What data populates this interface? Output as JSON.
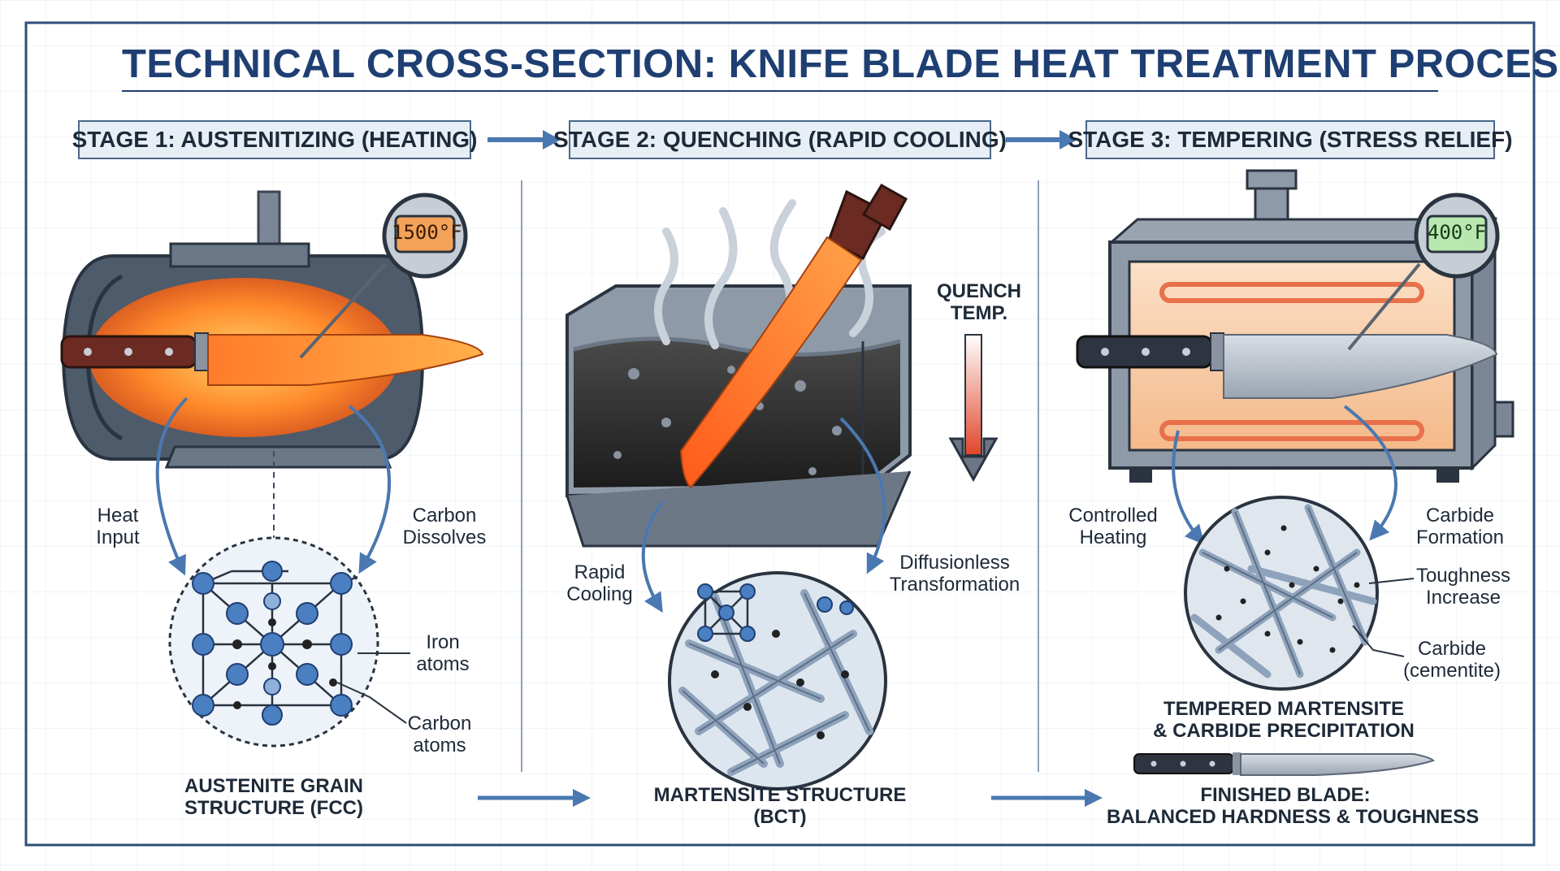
{
  "title": "TECHNICAL CROSS-SECTION: KNIFE BLADE HEAT TREATMENT PROCESS",
  "stages": [
    {
      "label": "STAGE 1: AUSTENITIZING (HEATING)"
    },
    {
      "label": "STAGE 2: QUENCHING (RAPID COOLING)"
    },
    {
      "label": "STAGE 3: TEMPERING (STRESS RELIEF)"
    }
  ],
  "stage1": {
    "thermometer_reading": "1500°F",
    "heat_input": "Heat\nInput",
    "carbon_dissolves": "Carbon\nDissolves",
    "iron_atoms": "Iron\natoms",
    "carbon_atoms": "Carbon\natoms",
    "structure_caption": "AUSTENITE GRAIN\nSTRUCTURE (FCC)"
  },
  "stage2": {
    "quench_temp": "QUENCH\nTEMP.",
    "rapid_cooling": "Rapid\nCooling",
    "diffusionless": "Diffusionless\nTransformation",
    "structure_caption": "MARTENSITE STRUCTURE\n(BCT)"
  },
  "stage3": {
    "thermometer_reading": "400°F",
    "controlled_heating": "Controlled\nHeating",
    "carbide_formation": "Carbide\nFormation",
    "toughness_increase": "Toughness\nIncrease",
    "carbide_cementite": "Carbide\n(cementite)",
    "structure_caption": "TEMPERED MARTENSITE\n& CARBIDE PRECIPITATION",
    "finished_caption": "FINISHED BLADE:\nBALANCED HARDNESS & TOUGHNESS"
  },
  "colors": {
    "title": "#1f3f73",
    "stage_fill": "#e7eef6",
    "stage_border": "#4a6789",
    "arrow": "#4a78b0",
    "hot": "#ff7a1e",
    "atom_iron": "#4a7fc1",
    "atom_carbon": "#222222",
    "oven_readout": "#b9e7b0",
    "furnace_readout": "#f3a25a"
  },
  "icons": [
    "furnace-icon",
    "thermometer-icon",
    "knife-icon",
    "quench-tank-icon",
    "steam-icon",
    "oven-icon",
    "fcc-lattice-icon",
    "martensite-icon",
    "tempered-martensite-icon"
  ]
}
